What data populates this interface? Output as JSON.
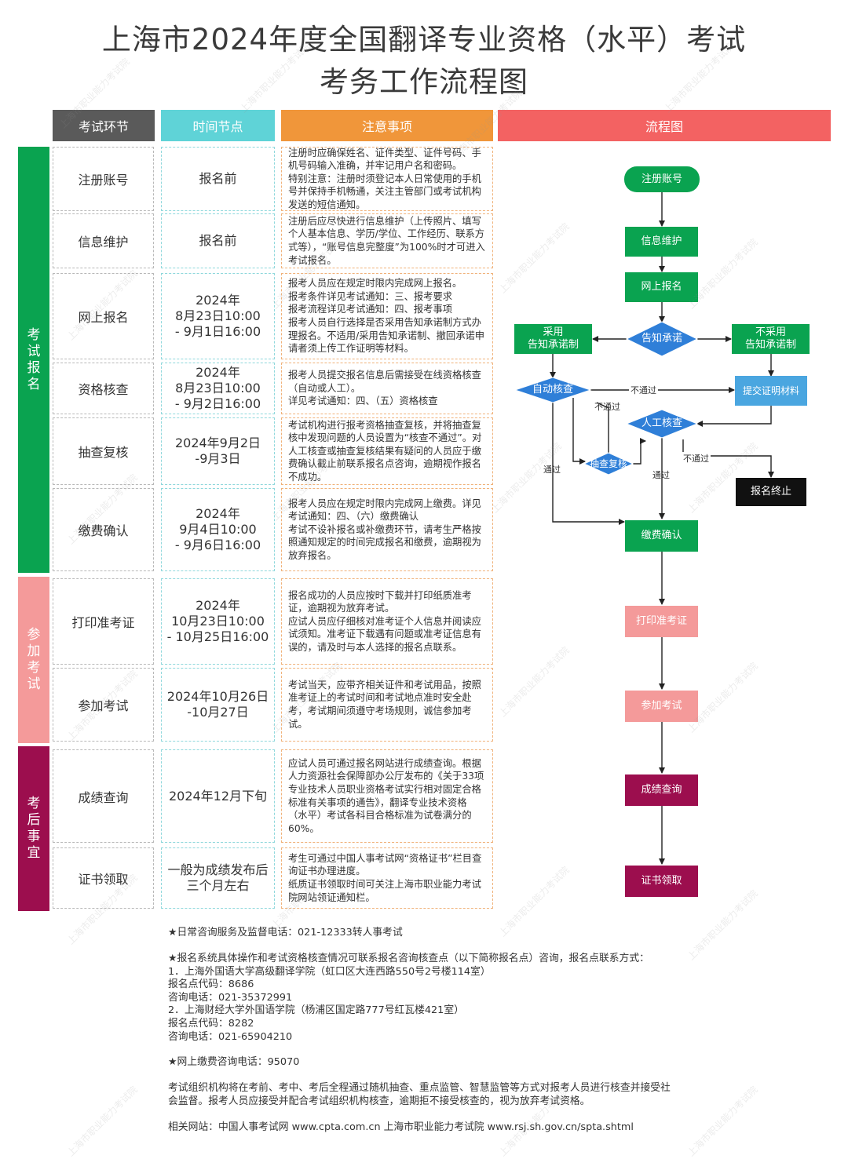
{
  "title": {
    "line1": "上海市2024年度全国翻译专业资格（水平）考试",
    "line2": "考务工作流程图"
  },
  "headers": {
    "stage": "考试环节",
    "time": "时间节点",
    "notes": "注意事项",
    "flow": "流程图"
  },
  "colors": {
    "gray": "#5a5a5a",
    "teal": "#5fd3d7",
    "orange": "#f0963a",
    "red": "#f36262",
    "green": "#0aa350",
    "pink": "#f49a9a",
    "maroon": "#9c0e4e",
    "blue": "#2f7fd8",
    "lightblue": "#4aa6e0",
    "black": "#111111"
  },
  "stages": [
    {
      "label": "考\n试\n报\n名"
    },
    {
      "label": "参\n加\n考\n试"
    },
    {
      "label": "考\n后\n事\n宜"
    }
  ],
  "rows": [
    {
      "name": "注册账号",
      "time": "报名前",
      "notes": "注册时应确保姓名、证件类型、证件号码、手机号码输入准确，并牢记用户名和密码。\n特别注意：注册时须登记本人日常使用的手机号并保持手机畅通，关注主管部门或考试机构发送的短信通知。"
    },
    {
      "name": "信息维护",
      "time": "报名前",
      "notes": "注册后应尽快进行信息维护（上传照片、填写个人基本信息、学历/学位、工作经历、联系方式等），“账号信息完整度”为100%时才可进入考试报名。"
    },
    {
      "name": "网上报名",
      "time": "2024年\n8月23日10:00\n- 9月1日16:00",
      "notes": "报考人员应在规定时限内完成网上报名。\n报考条件详见考试通知：三、报考要求\n报考流程详见考试通知：四、报考事项\n报考人员自行选择是否采用告知承诺制方式办理报名。不适用/采用告知承诺制、撤回承诺申请者须上传工作证明等材料。"
    },
    {
      "name": "资格核查",
      "time": "2024年\n8月23日10:00\n- 9月2日16:00",
      "notes": "报考人员提交报名信息后需接受在线资格核查（自动或人工）。\n详见考试通知：四、（五）资格核查"
    },
    {
      "name": "抽查复核",
      "time": "2024年9月2日\n-9月3日",
      "notes": "考试机构进行报考资格抽查复核，并将抽查复核中发现问题的人员设置为“核查不通过”。对人工核查或抽查复核结果有疑问的人员应于缴费确认截止前联系报名点咨询，逾期视作报名不成功。"
    },
    {
      "name": "缴费确认",
      "time": "2024年\n9月4日10:00\n- 9月6日16:00",
      "notes": "报考人员应在规定时限内完成网上缴费。详见考试通知：四、（六）缴费确认\n考试不设补报名或补缴费环节，请考生严格按照通知规定的时间完成报名和缴费，逾期视为放弃报名。"
    },
    {
      "name": "打印准考证",
      "time": "2024年\n10月23日10:00\n- 10月25日16:00",
      "notes": "报名成功的人员应按时下载并打印纸质准考证，逾期视为放弃考试。\n应试人员应仔细核对准考证个人信息并阅读应试须知。准考证下载遇有问题或准考证信息有误的，请及时与本人选择的报名点联系。"
    },
    {
      "name": "参加考试",
      "time": "2024年10月26日\n-10月27日",
      "notes": "考试当天，应带齐相关证件和考试用品，按照准考证上的考试时间和考试地点准时安全赴考，考试期间须遵守考场规则，诚信参加考试。"
    },
    {
      "name": "成绩查询",
      "time": "2024年12月下旬",
      "notes": "应试人员可通过报名网站进行成绩查询。根据人力资源社会保障部办公厅发布的《关于33项专业技术人员职业资格考试实行相对固定合格标准有关事项的通告》，翻译专业技术资格（水平）考试各科目合格标准为试卷满分的60%。"
    },
    {
      "name": "证书领取",
      "time": "一般为成绩发布后\n三个月左右",
      "notes": "考生可通过中国人事考试网“资格证书”栏目查询证书办理进度。\n纸质证书领取时间可关注上海市职业能力考试院网站领证通知栏。"
    }
  ],
  "flow": {
    "register": "注册账号",
    "info": "信息维护",
    "apply": "网上报名",
    "promise": "告知承诺",
    "adopt": "采用\n告知承诺制",
    "notadopt": "不采用\n告知承诺制",
    "auto": "自动核查",
    "submit": "提交证明材料",
    "manual": "人工核查",
    "spot": "抽查复核",
    "terminate": "报名终止",
    "pay": "缴费确认",
    "print": "打印准考证",
    "exam": "参加考试",
    "score": "成绩查询",
    "cert": "证书领取",
    "fail1": "不通过",
    "fail2": "不通过",
    "fail3": "不通过",
    "pass1": "通过",
    "pass2": "通过"
  },
  "footer": {
    "hotline": "★日常咨询服务及监督电话：021-12333转人事考试",
    "sites": "★报名系统具体操作和考试资格核查情况可联系报名咨询核查点（以下简称报名点）咨询，报名点联系方式：\n1．上海外国语大学高级翻译学院（虹口区大连西路550号2号楼114室）\n报名点代码：8686\n咨询电话：021-35372991\n2．上海财经大学外国语学院（杨浦区国定路777号红瓦楼421室）\n报名点代码：8282\n咨询电话：021-65904210",
    "payment": "★网上缴费咨询电话：95070",
    "supervision": "考试组织机构将在考前、考中、考后全程通过随机抽查、重点监管、智慧监管等方式对报考人员进行核查并接受社会监督。报考人员应接受并配合考试组织机构核查，逾期拒不接受核查的，视为放弃考试资格。",
    "links": "相关网站：中国人事考试网 www.cpta.com.cn      上海市职业能力考试院 www.rsj.sh.gov.cn/spta.shtml"
  },
  "watermark": "上海市职业能力考试院"
}
